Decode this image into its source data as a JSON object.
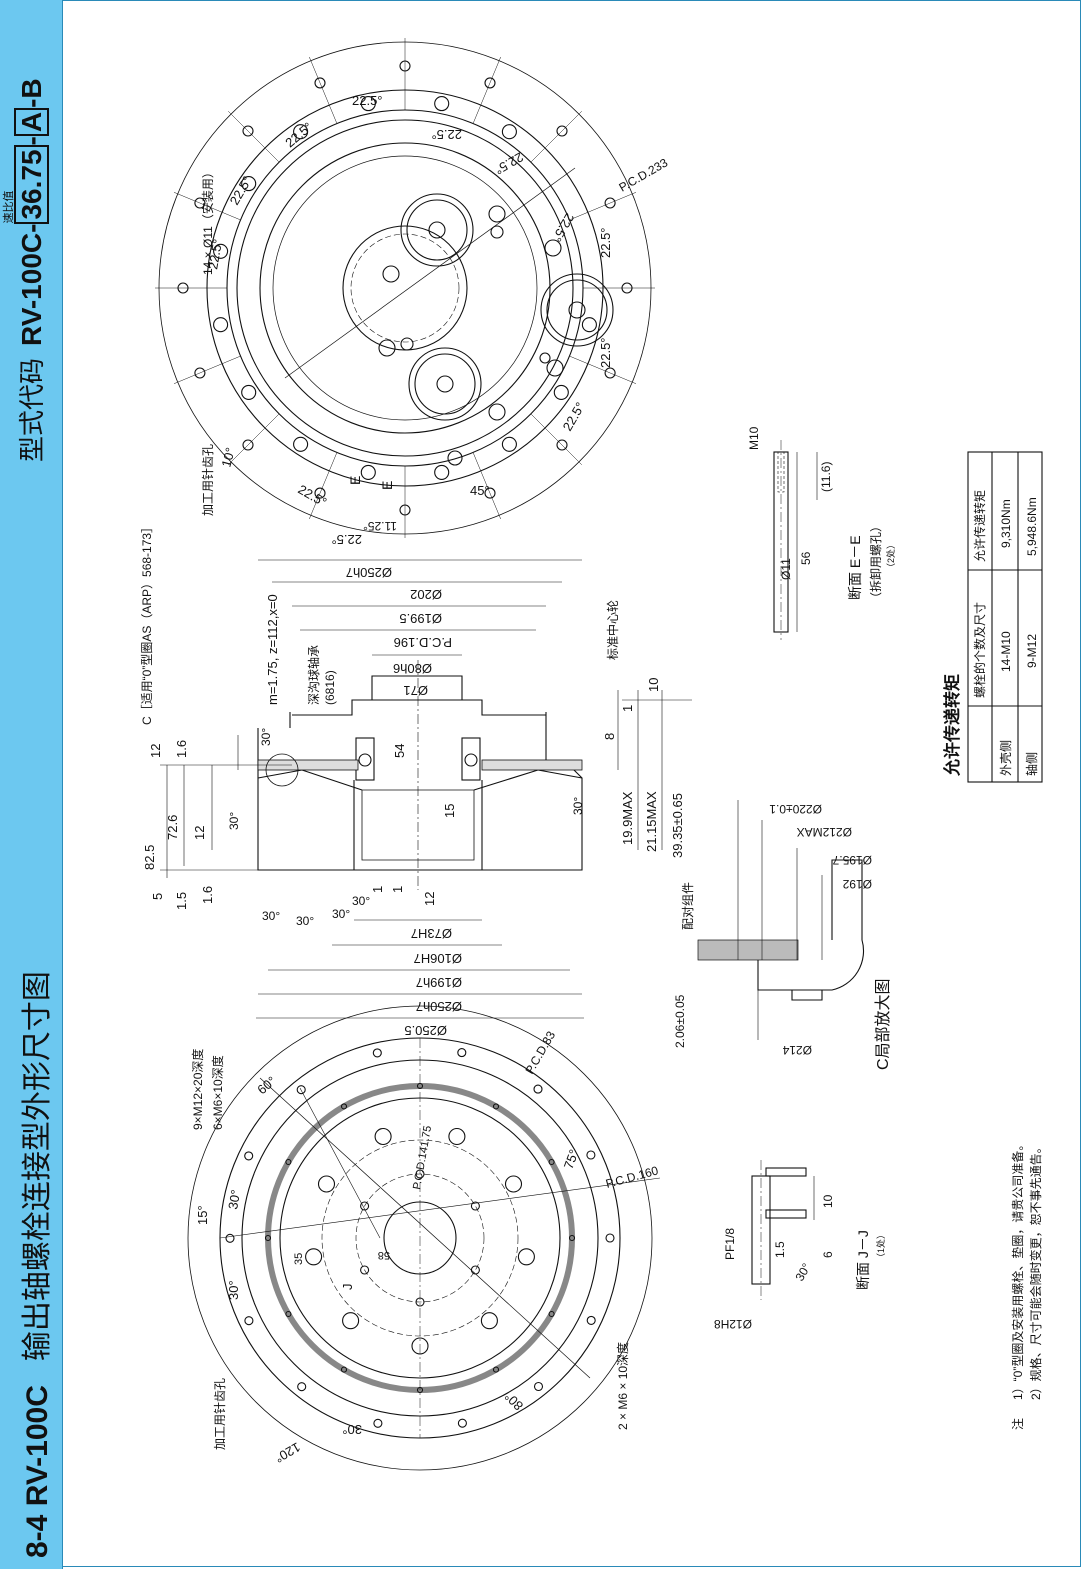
{
  "section": {
    "number": "8-4 RV-100C",
    "title_cn": "输出轴螺栓连接型外形尺寸图"
  },
  "model": {
    "label": "型式代码",
    "code_prefix": "RV-100C-",
    "ratio_label": "速比值",
    "ratio": "36.75",
    "dash1": "-",
    "option": "A",
    "suffix": "-B"
  },
  "top_view": {
    "pcd": "P.C.D.233",
    "holes": "14 × Ø11（安装用）",
    "pin_hole": "加工用针齿孔",
    "angle": "22.5°",
    "angle_10": "10°",
    "angle_45": "45°",
    "angle_1125": "11.25°",
    "section_mark": "E"
  },
  "side_view": {
    "c_apply": "C［适用“0”型圈AS（ARP）568-173］",
    "gear_spec": "m=1.75, z=112,x=0",
    "bearing": "深沟球轴承",
    "bearing_no": "(6816)",
    "center_wheel": "标准中心轮",
    "d250h7_top": "Ø250h7",
    "d202": "Ø202",
    "d1995": "Ø199.5",
    "pcd196": "P.C.D.196",
    "d80": "Ø80h6",
    "d71": "Ø71",
    "dim_54": "54",
    "dim_15": "15",
    "dim_10": "10",
    "dim_1": "1",
    "dim_8": "8",
    "dim_12": "12",
    "dim_16": "1.6",
    "dim_825": "82.5",
    "dim_726": "72.6",
    "dim_5": "5",
    "dim_15b": "1.5",
    "dim_199": "19.9MAX",
    "dim_2115": "21.15MAX",
    "dim_3935": "39.35±0.65",
    "angle_30": "30°",
    "d73": "Ø73H7",
    "d106": "Ø106H7",
    "d1995h7": "Ø199h7",
    "d250h7_bot": "Ø250h7",
    "d2505": "Ø250.5"
  },
  "bottom_view": {
    "holes_m12": "9×M12×20深度",
    "holes_m6": "6×M6×10深度",
    "holes_2m6": "2 × M6 × 10深度",
    "pin_hole": "加工用针齿孔",
    "pcd83": "P.C.D.83",
    "pcd141": "P.C.D.141.75",
    "pcd160": "P.C.D.160",
    "angle_15": "15°",
    "angle_30": "30°",
    "angle_60": "60°",
    "angle_75": "75°",
    "angle_80": "80°",
    "angle_120": "120°",
    "dim_35": "35",
    "dim_58": "58",
    "section_mark": "J"
  },
  "section_ee": {
    "title": "断面 E－E",
    "note": "（拆卸用螺孔）",
    "count": "（2处）",
    "m10": "M10",
    "d11": "Ø11",
    "dim_56": "56",
    "dim_116": "(11.6)"
  },
  "section_jj": {
    "title": "断面 J－J",
    "count": "（1处）",
    "pf": "PF1/8",
    "dim_15": "1.5",
    "dim_10": "10",
    "dim_6": "6",
    "angle_30": "30°",
    "d12": "Ø12H8"
  },
  "detail_c": {
    "title": "C局部放大图",
    "mating": "配对组件",
    "d220": "Ø220±0.1",
    "d212": "Ø212MAX",
    "d1957": "Ø195.7",
    "d192": "Ø192",
    "d214": "Ø214",
    "dim_206": "2.06±0.05"
  },
  "torque_table": {
    "title": "允许传递转矩",
    "headers": [
      "",
      "螺栓的个数及尺寸",
      "允许传递转矩"
    ],
    "rows": [
      [
        "外壳侧",
        "14-M10",
        "9,310Nm"
      ],
      [
        "轴侧",
        "9-M12",
        "5,948.6Nm"
      ]
    ]
  },
  "notes": {
    "label": "注",
    "n1": "1）“0”型圈及安装用螺栓、垫圈，请贵公司准备。",
    "n2": "2）规格、尺寸可能会随时变更，恕不事先通告。"
  },
  "colors": {
    "sidebar": "#6cc8f0",
    "line": "#111111",
    "hatch": "#555555"
  }
}
